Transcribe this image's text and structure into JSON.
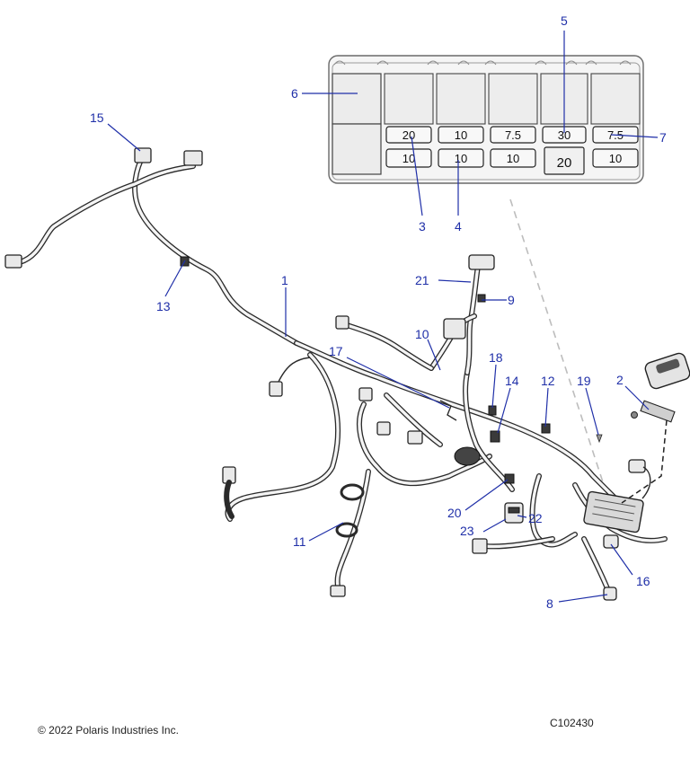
{
  "fuse_box": {
    "rows": [
      [
        "20",
        "10",
        "7.5",
        "30",
        "7.5"
      ],
      [
        "10",
        "10",
        "10",
        "20",
        "10"
      ]
    ]
  },
  "callouts": [
    "1",
    "2",
    "3",
    "4",
    "5",
    "6",
    "7",
    "8",
    "9",
    "10",
    "11",
    "12",
    "13",
    "14",
    "15",
    "16",
    "17",
    "18",
    "19",
    "20",
    "21",
    "22",
    "23"
  ],
  "footer": {
    "copyright": "© 2022 Polaris Industries Inc.",
    "figure_id": "C102430"
  }
}
